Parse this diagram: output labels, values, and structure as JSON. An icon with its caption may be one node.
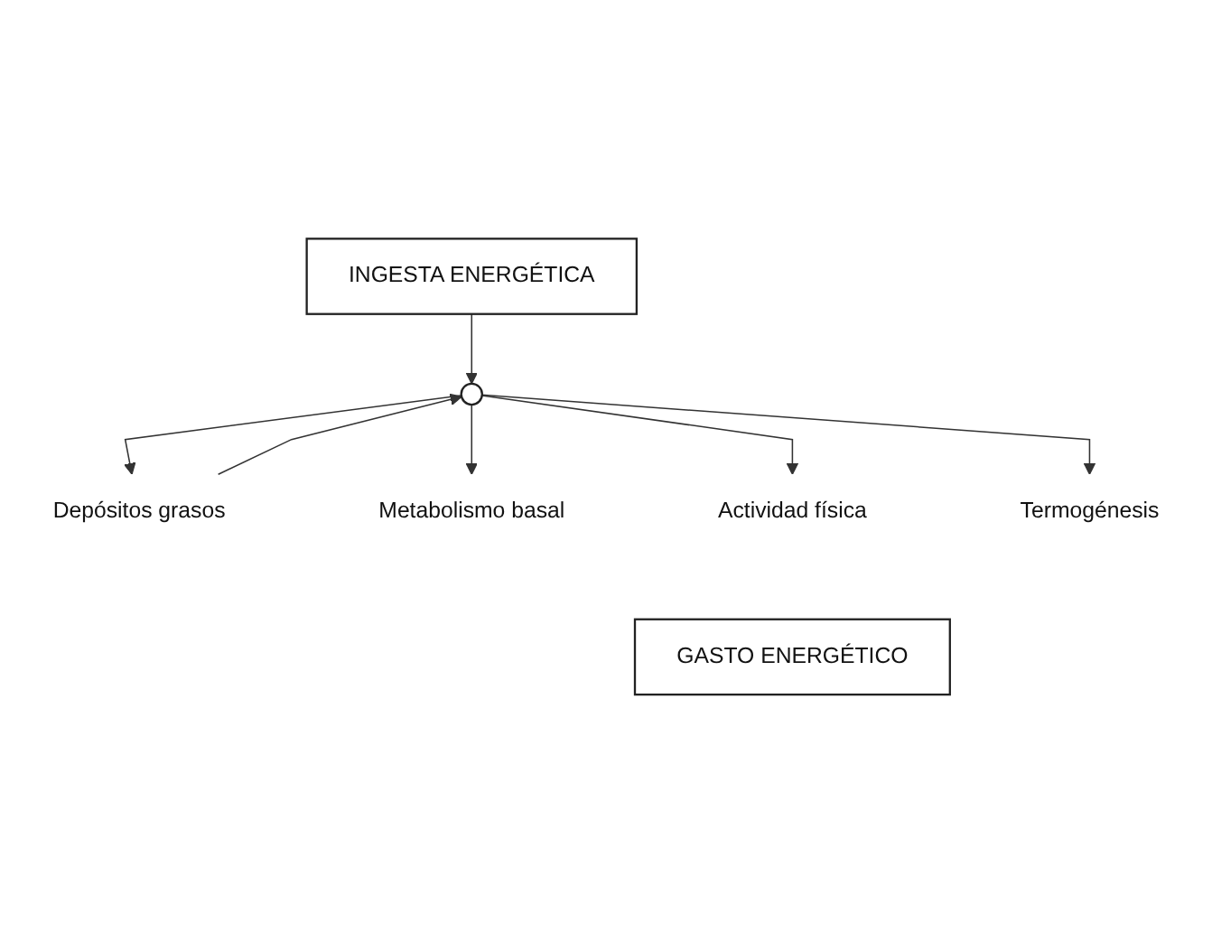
{
  "diagram": {
    "nodes": [
      {
        "text": [
          "INGESTA ENERGÉTICA"
        ]
      },
      {
        "text": [],
        "shape": "circle"
      },
      {
        "text": [
          "Depósitos grasos"
        ]
      },
      {
        "text": [
          "Metabolismo basal"
        ]
      },
      {
        "text": [
          "Actividad física"
        ]
      },
      {
        "text": [
          "Termogénesis"
        ]
      },
      {
        "text": [
          "GASTO ENERGÉTICO"
        ]
      }
    ],
    "edges": [
      {
        "from": 0,
        "to": 1,
        "arrow": "to"
      },
      {
        "from": 2,
        "to": 1,
        "arrow": "to"
      },
      {
        "from": 1,
        "to": 2,
        "arrow": "to"
      },
      {
        "from": 1,
        "to": 3,
        "arrow": "to"
      },
      {
        "from": 1,
        "to": 4,
        "arrow": "to"
      },
      {
        "from": 1,
        "to": 5,
        "arrow": "to"
      }
    ]
  }
}
